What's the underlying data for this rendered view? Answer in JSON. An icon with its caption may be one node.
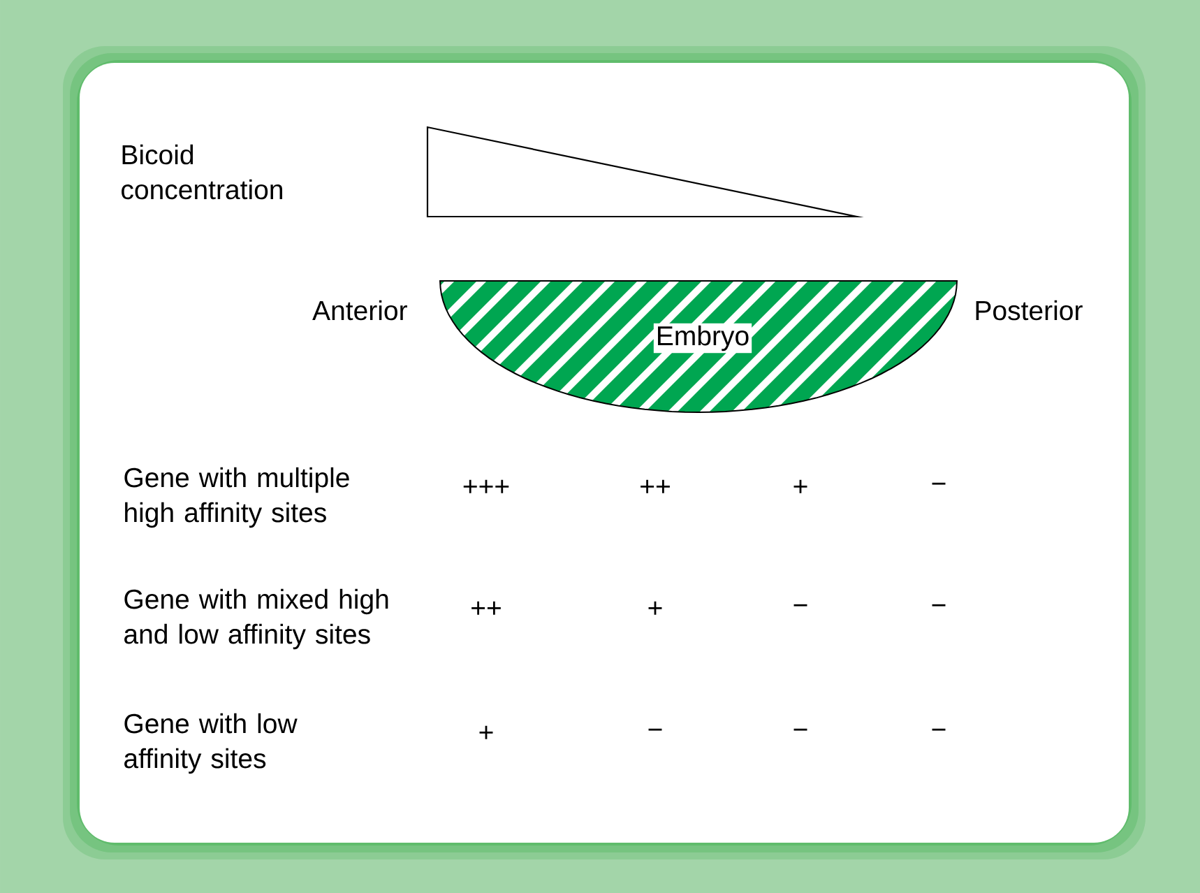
{
  "diagram": {
    "nodes": [
      {
        "text": [],
        "shape": "triangle"
      },
      {
        "text": [
          "Embryo"
        ],
        "beside": [
          "Anterior",
          "Posterior"
        ]
      }
    ],
    "edges": [],
    "labels": [
      "Bicoid concentration",
      "Gene with multiple high affinity sites",
      "+++",
      "++",
      "+",
      "−",
      "Gene with mixed high and low affinity sites",
      "++",
      "+",
      "−",
      "−",
      "Gene with low affinity sites",
      "+",
      "−",
      "−",
      "−"
    ]
  }
}
